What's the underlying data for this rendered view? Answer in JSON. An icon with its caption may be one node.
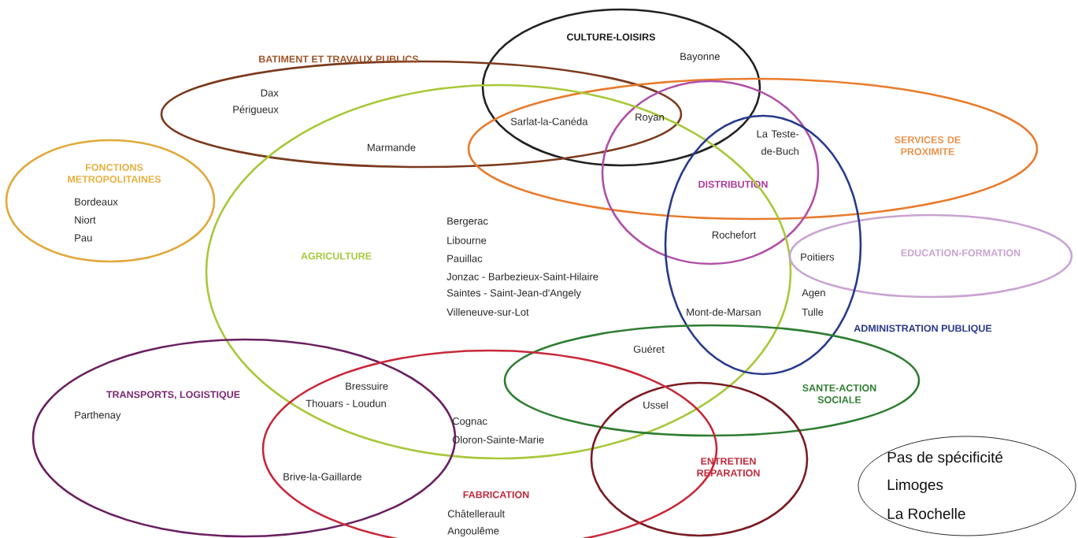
{
  "diagram": {
    "nodes": [
      {
        "text": [
          "CULTURE-LOISIRS"
        ]
      },
      {
        "text": [
          "BATIMENT ET TRAVAUX PUBLICS"
        ]
      },
      {
        "text": [
          "SERVICES DE PROXIMITE"
        ]
      },
      {
        "text": [
          "DISTRIBUTION"
        ]
      },
      {
        "text": [
          "FONCTIONS METROPOLITAINES"
        ]
      },
      {
        "text": [
          "AGRICULTURE"
        ]
      },
      {
        "text": [
          "EDUCATION-FORMATION"
        ]
      },
      {
        "text": [
          "ADMINISTRATION PUBLIQUE"
        ]
      },
      {
        "text": [
          "SANTE-ACTION SOCIALE"
        ]
      },
      {
        "text": [
          "TRANSPORTS, LOGISTIQUE"
        ]
      },
      {
        "text": [
          "ENTRETIEN REPARATION"
        ]
      },
      {
        "text": [
          "FABRICATION"
        ]
      },
      {
        "text": [
          "Pas de spécificité",
          "Limoges",
          "La Rochelle"
        ]
      }
    ],
    "labels": [
      "Bayonne",
      "Dax",
      "Périgueux",
      "Royan",
      "Sarlat-la-Canéda",
      "La Teste- de-Buch",
      "Marmande",
      "Bordeaux",
      "Niort",
      "Pau",
      "Bergerac",
      "Rochefort",
      "Libourne",
      "Poitiers",
      "Pauillac",
      "Jonzac - Barbezieux-Saint-Hilaire",
      "Agen",
      "Saintes - Saint-Jean-d'Angely",
      "Villeneuve-sur-Lot",
      "Mont-de-Marsan",
      "Tulle",
      "Guéret",
      "Bressuire",
      "Thouars - Loudun",
      "Ussel",
      "Parthenay",
      "Cognac",
      "Oloron-Sainte-Marie",
      "Brive-la-Gaillarde",
      "Châtellerault",
      "Angoulême"
    ]
  }
}
